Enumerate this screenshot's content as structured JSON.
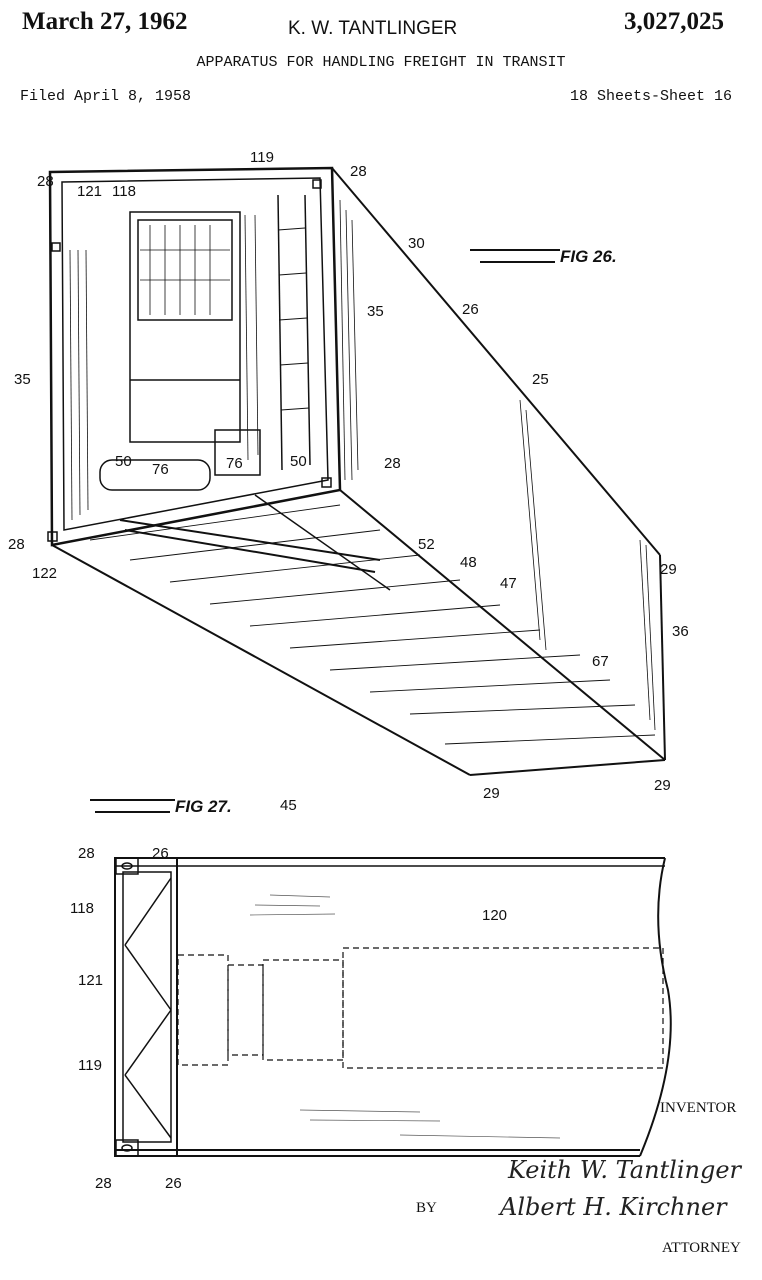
{
  "header": {
    "date": "March 27, 1962",
    "inventor_name": "K. W. TANTLINGER",
    "patent_number": "3,027,025",
    "title": "APPARATUS FOR HANDLING FREIGHT IN TRANSIT",
    "filed": "Filed April 8, 1958",
    "sheets": "18 Sheets-Sheet 16"
  },
  "figures": {
    "fig26": {
      "label": "FIG 26.",
      "refs": [
        "119",
        "28",
        "121",
        "118",
        "28",
        "30",
        "35",
        "26",
        "35",
        "25",
        "50",
        "76",
        "76",
        "50",
        "28",
        "28",
        "122",
        "52",
        "48",
        "47",
        "29",
        "36",
        "67",
        "29",
        "29"
      ]
    },
    "fig27": {
      "label": "FIG 27.",
      "refs": [
        "45",
        "28",
        "26",
        "118",
        "120",
        "121",
        "119",
        "28",
        "26"
      ]
    }
  },
  "footer": {
    "inventor_label": "INVENTOR",
    "by_label": "BY",
    "attorney_label": "ATTORNEY",
    "inventor_signature": "Keith W. Tantlinger",
    "attorney_signature": "Albert H. Kirchner"
  }
}
